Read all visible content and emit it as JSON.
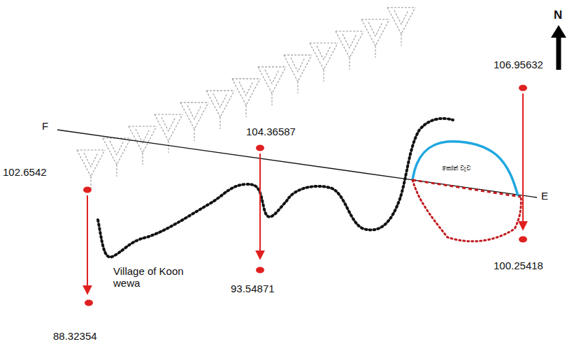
{
  "diagram": {
    "labels": [
      "N",
      "106.95632",
      "F",
      "104.36587",
      "102.6542",
      "කෝන් වැව",
      "E",
      "Village of Koon wewa",
      "93.54871",
      "100.25418",
      "88.32354"
    ]
  }
}
